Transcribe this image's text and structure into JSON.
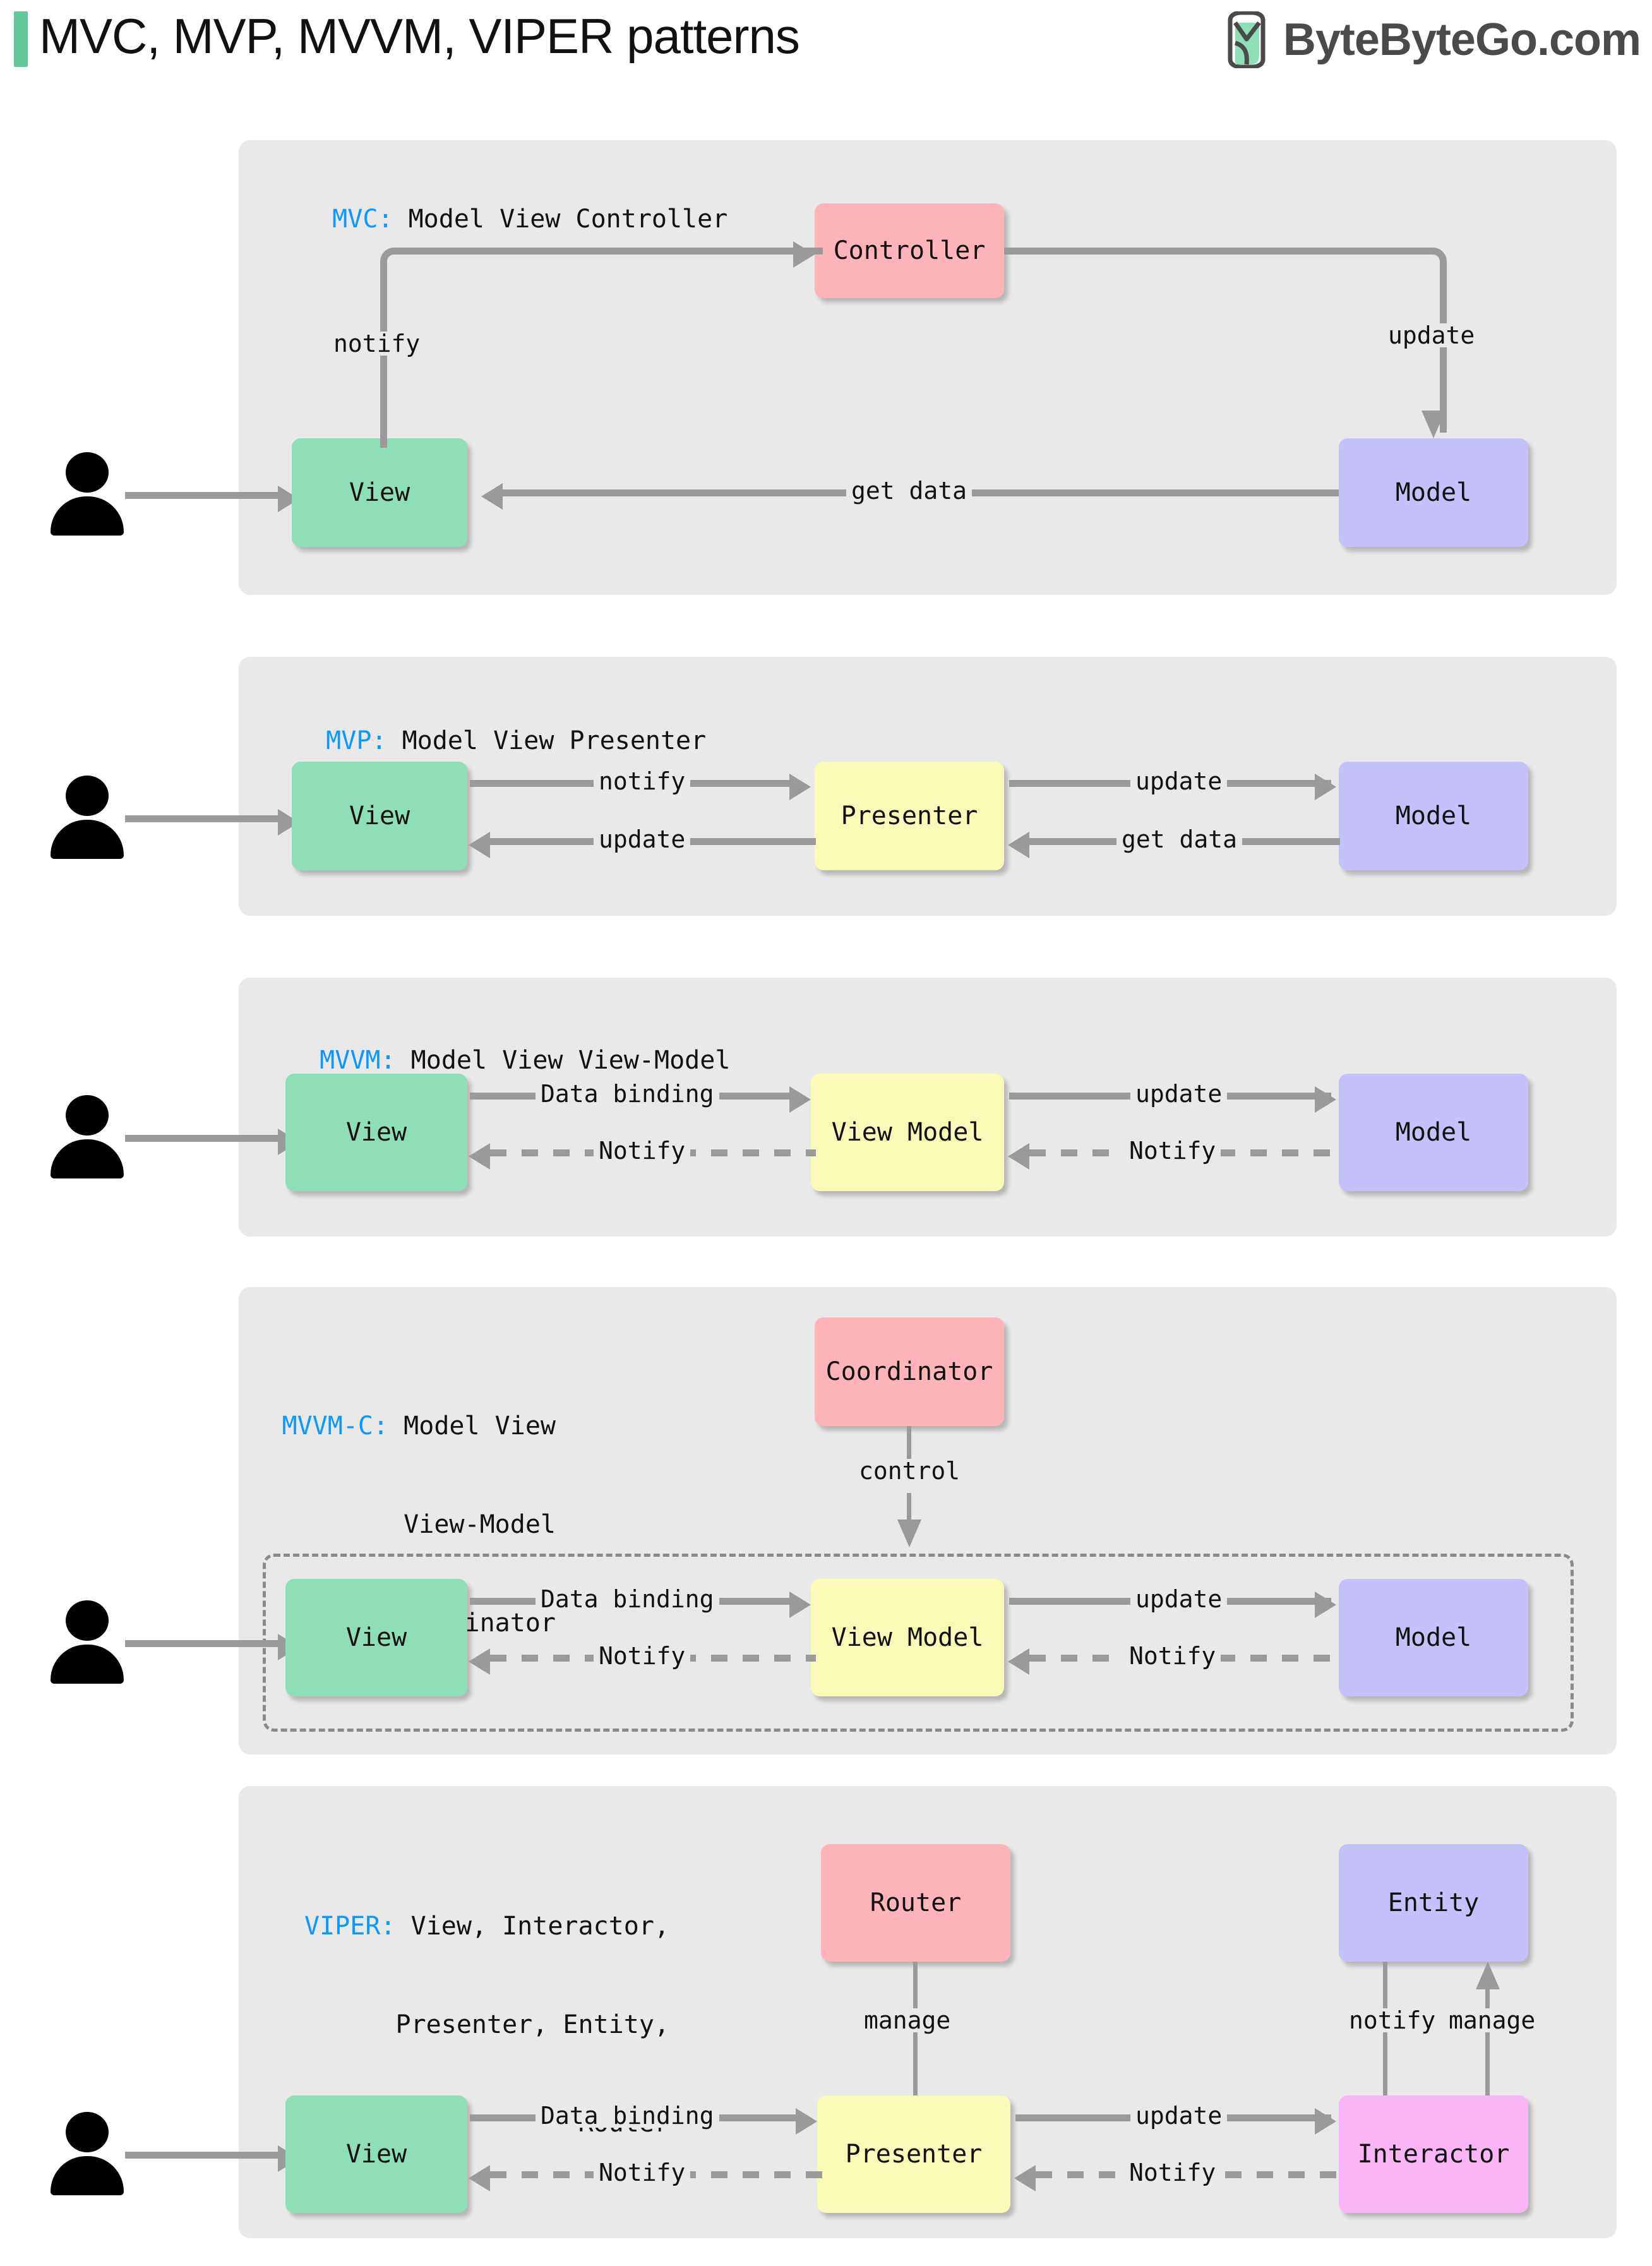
{
  "header": {
    "title": "MVC, MVP, MVVM, VIPER patterns",
    "brand": "ByteByteGo.com",
    "accent_color": "#63c79c",
    "brand_color": "#4a4a4a"
  },
  "colors": {
    "panel_bg": "#e9e9e9",
    "view": "#8edfb7",
    "model": "#c5c2fb",
    "controller": "#ffb4b9",
    "presenter": "#fafab8",
    "interactor": "#fab5f7",
    "key_blue": "#0d98fb",
    "connector": "#9a9a9a"
  },
  "sections": [
    {
      "id": "mvc",
      "key": "MVC:",
      "title": " Model View Controller",
      "nodes": {
        "view": "View",
        "model": "Model",
        "controller": "Controller"
      },
      "edges": {
        "notify": "notify",
        "update": "update",
        "get_data": "get data"
      }
    },
    {
      "id": "mvp",
      "key": "MVP:",
      "title": " Model View Presenter",
      "nodes": {
        "view": "View",
        "presenter": "Presenter",
        "model": "Model"
      },
      "edges": {
        "notify": "notify",
        "update_back": "update",
        "update": "update",
        "get_data": "get data"
      }
    },
    {
      "id": "mvvm",
      "key": "MVVM:",
      "title": " Model View View-Model",
      "nodes": {
        "view": "View",
        "view_model": "View Model",
        "model": "Model"
      },
      "edges": {
        "data_binding": "Data binding",
        "notify_left": "Notify",
        "update": "update",
        "notify_right": "Notify"
      }
    },
    {
      "id": "mvvmc",
      "key": "MVVM-C:",
      "title_lines": [
        " Model View",
        "View-Model",
        "Coordinator"
      ],
      "nodes": {
        "coordinator": "Coordinator",
        "view": "View",
        "view_model": "View Model",
        "model": "Model"
      },
      "edges": {
        "control": "control",
        "data_binding": "Data binding",
        "notify_left": "Notify",
        "update": "update",
        "notify_right": "Notify"
      }
    },
    {
      "id": "viper",
      "key": "VIPER:",
      "title_lines": [
        " View, Interactor,",
        "Presenter, Entity,",
        "Router"
      ],
      "nodes": {
        "router": "Router",
        "entity": "Entity",
        "view": "View",
        "presenter": "Presenter",
        "interactor": "Interactor"
      },
      "edges": {
        "manage_router": "manage",
        "notify_entity": "notify",
        "manage_entity": "manage",
        "data_binding": "Data binding",
        "notify_left": "Notify",
        "update": "update",
        "notify_right": "Notify"
      }
    }
  ]
}
